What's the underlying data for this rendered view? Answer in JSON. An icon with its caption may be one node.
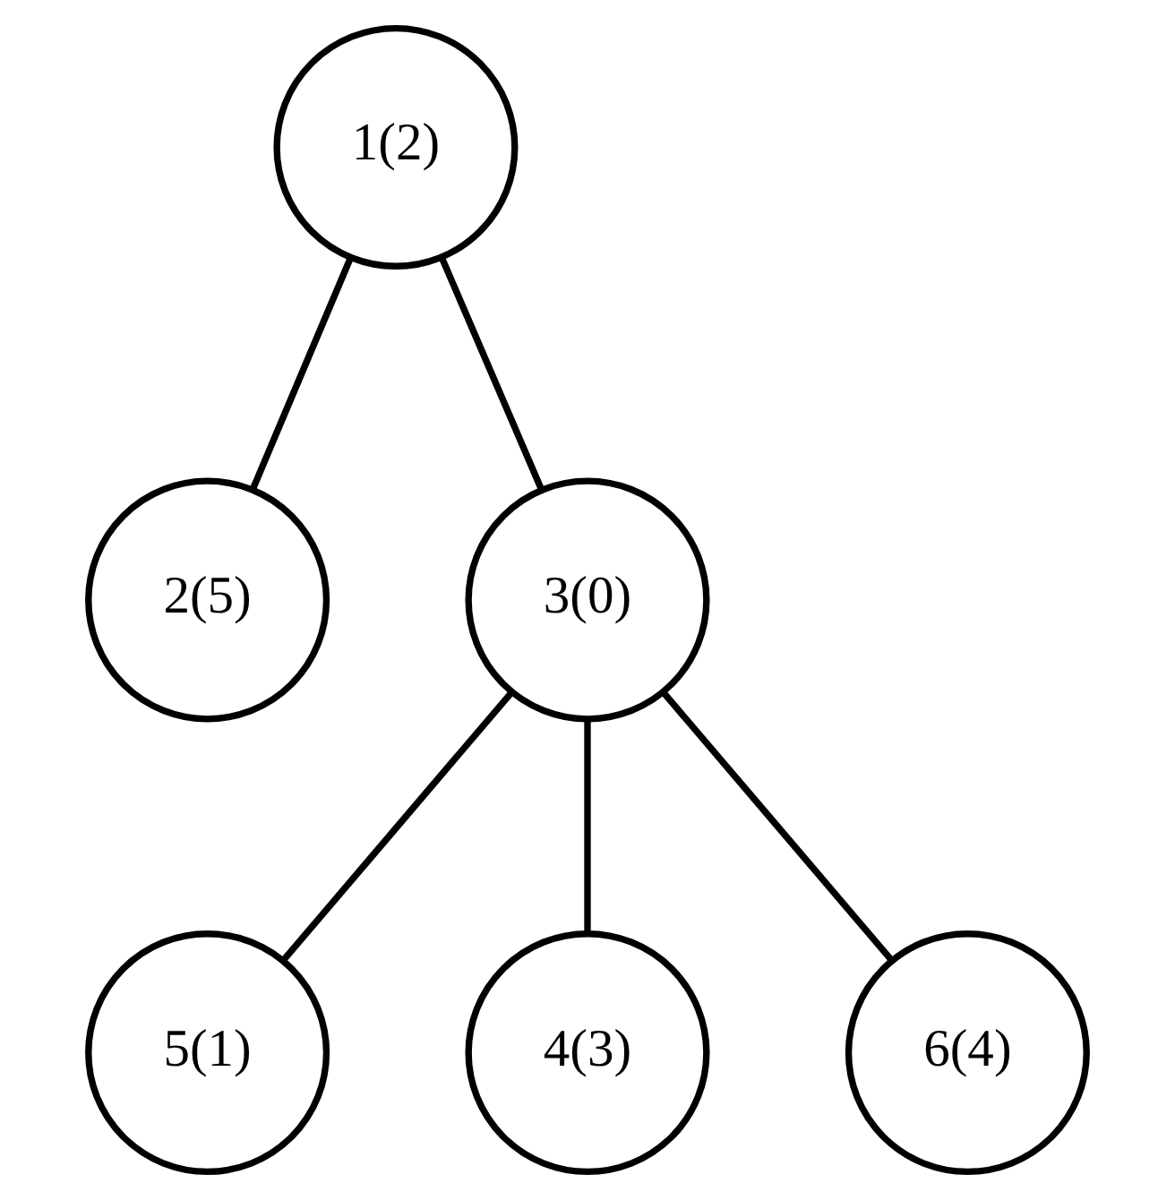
{
  "diagram": {
    "nodes": [
      {
        "text": [
          "1(2)"
        ]
      },
      {
        "text": [
          "2(5)"
        ]
      },
      {
        "text": [
          "3(0)"
        ]
      },
      {
        "text": [
          "5(1)"
        ]
      },
      {
        "text": [
          "4(3)"
        ]
      },
      {
        "text": [
          "6(4)"
        ]
      }
    ],
    "edges": [
      {
        "from": 0,
        "to": 1,
        "arrow": "none"
      },
      {
        "from": 0,
        "to": 2,
        "arrow": "none"
      },
      {
        "from": 2,
        "to": 3,
        "arrow": "none"
      },
      {
        "from": 2,
        "to": 4,
        "arrow": "none"
      },
      {
        "from": 2,
        "to": 5,
        "arrow": "none"
      }
    ]
  }
}
